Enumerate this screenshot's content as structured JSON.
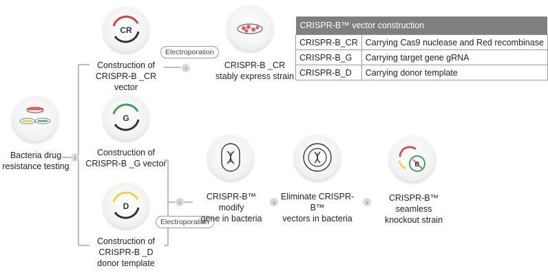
{
  "nodes": {
    "bacteria": "Bacteria drug resistance testing",
    "cr_vector_line1": "Construction of",
    "cr_vector_line2": "CRISPR-B _CR vector",
    "cr_strain_line1": "CRISPR-B _CR",
    "cr_strain_line2": "stably express strain",
    "g_vector_line1": "Construction of",
    "g_vector_line2": "CRISPR-B _G vector",
    "d_template_line1": "Construction of",
    "d_template_line2": "CRISPR-B _D",
    "d_template_line3": "donor template",
    "modify_line1": "CRISPR-B™ modify",
    "modify_line2": "gene in bacteria",
    "eliminate_line1": "Eliminate CRISPR-B™",
    "eliminate_line2": "vectors in bacteria",
    "knockout_line1": "CRISPR-B™ seamless",
    "knockout_line2": "knockout strain"
  },
  "icons": {
    "cr_letter": "CR",
    "g_letter": "G",
    "d_letter": "D",
    "b_letter": "B"
  },
  "pills": {
    "electroporation_top": "Electroporation",
    "electroporation_bottom": "Electroporation"
  },
  "table": {
    "title": "CRISPR-B™ vector construction",
    "rows": [
      {
        "name": "CRISPR-B_CR",
        "desc": "Carrying Cas9 nuclease and Red recombinase"
      },
      {
        "name": "CRISPR-B_G",
        "desc": "Carrying target gene gRNA"
      },
      {
        "name": "CRISPR-B_D",
        "desc": "Carrying donor template"
      }
    ]
  },
  "colors": {
    "red": "#e03a3a",
    "green": "#3aa655",
    "yellow": "#f0d43a",
    "line": "#777777",
    "table_header": "#7f7f7f"
  }
}
